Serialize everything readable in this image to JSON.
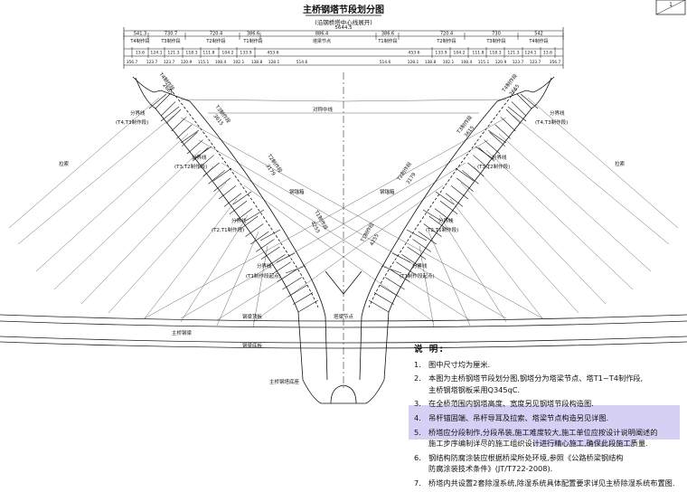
{
  "title": "主桥钢塔节段划分图",
  "subtitle": "(沿钢桥塔中心线展开)",
  "corner_box": {
    "value": "1"
  },
  "top_dims": {
    "total": "5644.5",
    "row1": [
      "541.3",
      "730.7",
      "720.4",
      "386.6",
      "886.4",
      "386.6",
      "720.4",
      "730",
      "542"
    ],
    "row2_left": [
      "13.6",
      "124.1",
      "121.3",
      "118.3",
      "111.8",
      "104.2",
      "133.9"
    ],
    "row2_right": [
      "133.9",
      "104.2",
      "111.8",
      "118.3",
      "121.3",
      "124.1",
      "13.6"
    ],
    "row2_center": [
      "453.6",
      "453.6"
    ],
    "row3": [
      "356.7",
      "123.7",
      "123.7",
      "120.9",
      "115.1",
      "108.4",
      "102.1",
      "138.8",
      "128.1",
      "514.6",
      "514.6",
      "128.1",
      "138.8",
      "102.1",
      "108.4",
      "115.1",
      "120.9",
      "123.7",
      "123.7",
      "356.7"
    ],
    "seg_labels": [
      "T4制作段",
      "T3制作段",
      "T2制作段",
      "T1制作段",
      "塔梁节点",
      "T1制作段",
      "T2制作段",
      "T3制作段",
      "T4制作段"
    ]
  },
  "labels": {
    "t4_left": "T4制作段",
    "t4_len_left": "2665",
    "t3_left": "T3制作段",
    "t3_len_left": "3615",
    "t2_left": "T2制作段",
    "t2_len_left": "3179",
    "t1_left": "T1制作段",
    "t1_len_left": "4255",
    "t4_right": "T4制作段",
    "t4_len_right": "2665",
    "t3_right": "T3制作段",
    "t3_len_right": "3615",
    "t2_right": "T2制作段",
    "t2_len_right": "3179",
    "t1_right": "T1制作段",
    "t1_len_right": "4255",
    "fenjie": "分界线",
    "t4t3": "(T4,T3制作段)",
    "t3t2": "(T3,T2制作段)",
    "t2t1": "(T2,T1制作段)",
    "t1start": "(T1制作段起点)",
    "lasuo": "拉索",
    "duichen": "对称中线",
    "maogu": "钢锚箱",
    "taliang": "塔梁节点",
    "liangding": "钢梁顶板",
    "liangdi": "钢梁底板",
    "zhuqiao": "主桥钢梁",
    "zhutazuo": "主桥钢塔底座"
  },
  "notes": {
    "title": "说  明:",
    "items": [
      {
        "num": "1.",
        "text": "图中尺寸均为厘米."
      },
      {
        "num": "2.",
        "text": "本图为主桥钢塔节段划分图,钢塔分为塔梁节点、塔T1~T4制作段,",
        "text2": "主桥钢塔钢板采用Q345qC."
      },
      {
        "num": "3.",
        "text": "在全桥范围内钢塔高度、宽度另见钢塔节段构造图."
      },
      {
        "num": "4.",
        "text": "吊杆锚固端、吊杆导耳及拉索、塔梁节点构造另见详图."
      },
      {
        "num": "5.",
        "text": "桥塔应分段制作,分段吊装,施工难度较大,施工单位应按设计说明阐述的",
        "text2": "施工步序编制详尽的施工组织设计进行精心施工,确保此段施工质量."
      },
      {
        "num": "6.",
        "text": "钢结构防腐涂装应根据桥梁所处环境,参照《公路桥梁钢结构",
        "text2": "防腐涂装技术条件》(JT/T722-2008)."
      },
      {
        "num": "7.",
        "text": "桥塔内共设置2套除湿系统,除湿系统具体配置要求详见主桥除湿系统布置图."
      }
    ]
  }
}
